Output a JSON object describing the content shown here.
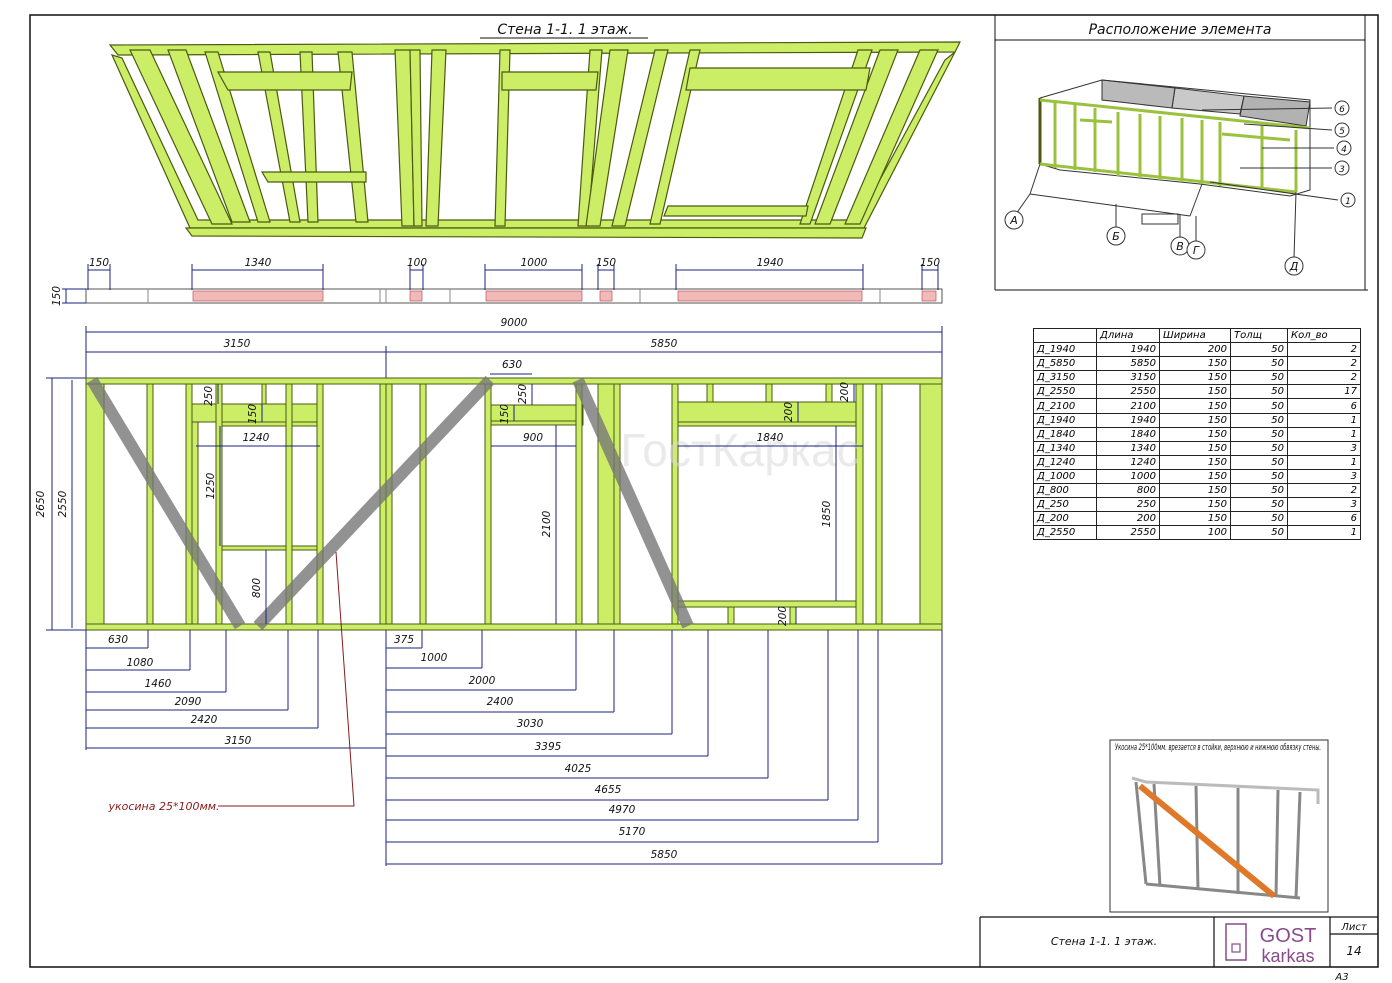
{
  "title": "Стена 1-1.   1 этаж.",
  "location_title": "Расположение элемента",
  "watermark": "ГостКаркас",
  "top_openings": [
    "150",
    "1340",
    "100",
    "1000",
    "150",
    "1940",
    "150"
  ],
  "plan_dim": "150",
  "overall": {
    "total": "9000",
    "left": "3150",
    "right": "5850"
  },
  "heights": {
    "h1": "2650",
    "h2": "2550"
  },
  "inner_dims": {
    "w1_top": "250",
    "w1_lintel": "150",
    "w1_width": "1240",
    "w1_height": "1250",
    "w1_sill": "800",
    "door_brace": "630",
    "door_top": "250",
    "door_lintel": "150",
    "door_width": "900",
    "door_height": "2100",
    "w3_top": "200",
    "w3_lintel": "200",
    "w3_width": "1840",
    "w3_height": "1850",
    "w3_sill": "200"
  },
  "left_dims": [
    "630",
    "1080",
    "1460",
    "2090",
    "2420",
    "3150"
  ],
  "right_dims": [
    "375",
    "1000",
    "2000",
    "2400",
    "3030",
    "3395",
    "4025",
    "4655",
    "4970",
    "5170",
    "5850"
  ],
  "brace_label": "укосина 25*100мм.",
  "location_labels": {
    "letters": [
      "А",
      "Б",
      "В",
      "Г",
      "Д"
    ],
    "numbers": [
      "6",
      "5",
      "4",
      "3",
      "1"
    ]
  },
  "table": {
    "headers": [
      "",
      "Длина",
      "Ширина",
      "Толщ",
      "Кол_во"
    ],
    "rows": [
      [
        "Д_1940",
        "1940",
        "200",
        "50",
        "2"
      ],
      [
        "Д_5850",
        "5850",
        "150",
        "50",
        "2"
      ],
      [
        "Д_3150",
        "3150",
        "150",
        "50",
        "2"
      ],
      [
        "Д_2550",
        "2550",
        "150",
        "50",
        "17"
      ],
      [
        "Д_2100",
        "2100",
        "150",
        "50",
        "6"
      ],
      [
        "Д_1940",
        "1940",
        "150",
        "50",
        "1"
      ],
      [
        "Д_1840",
        "1840",
        "150",
        "50",
        "1"
      ],
      [
        "Д_1340",
        "1340",
        "150",
        "50",
        "3"
      ],
      [
        "Д_1240",
        "1240",
        "150",
        "50",
        "1"
      ],
      [
        "Д_1000",
        "1000",
        "150",
        "50",
        "3"
      ],
      [
        "Д_800",
        "800",
        "150",
        "50",
        "2"
      ],
      [
        "Д_250",
        "250",
        "150",
        "50",
        "3"
      ],
      [
        "Д_200",
        "200",
        "150",
        "50",
        "6"
      ],
      [
        "Д_2550",
        "2550",
        "100",
        "50",
        "1"
      ]
    ]
  },
  "brace_note": "Укосина 25*100мм. врезается в стойки, верхнюю и нижнюю обвязку стены.",
  "stamp": {
    "name": "Стена 1-1.   1 этаж.",
    "logo_top": "GOST",
    "logo_bottom": "karkas",
    "sheet_label": "Лист",
    "sheet_number": "14",
    "format": "А3"
  },
  "colors": {
    "timber": "#ccee66",
    "timber_edge": "#4a5a10",
    "brace": "#888888",
    "dim_line": "#1a237e",
    "leader": "#8b1a1a",
    "plan_fill": "#f2b9b9"
  }
}
